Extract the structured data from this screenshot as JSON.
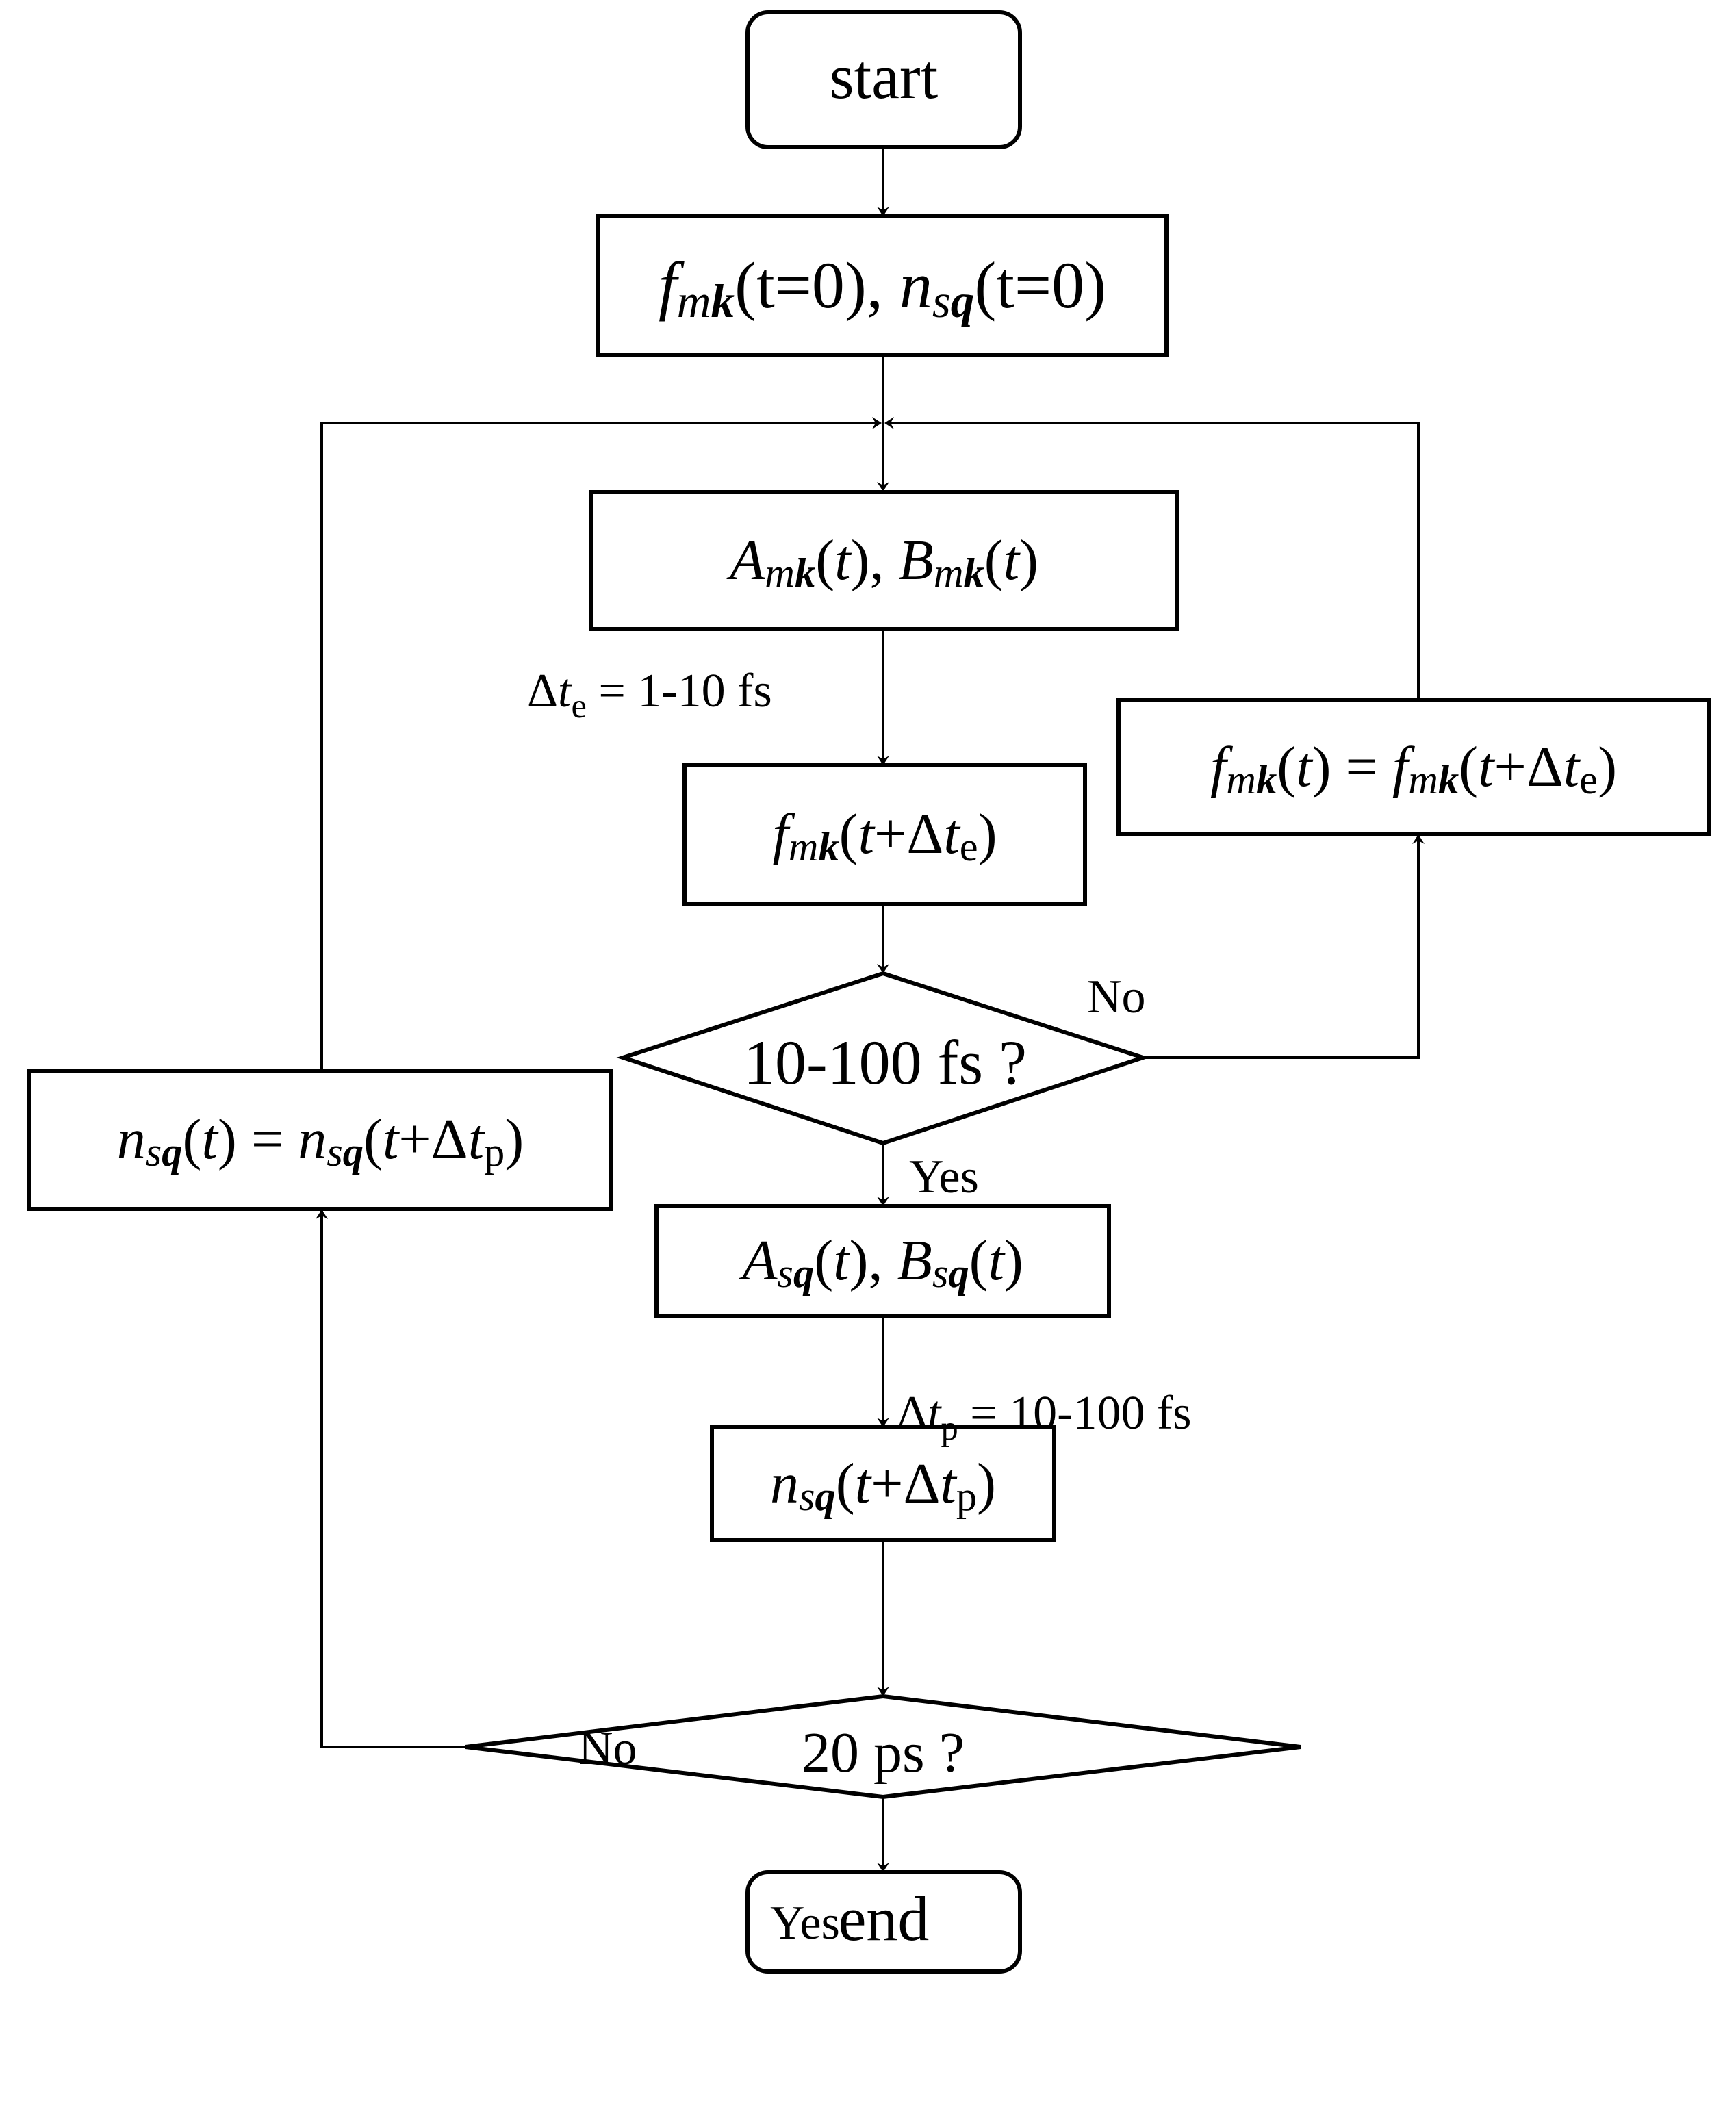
{
  "diagram": {
    "type": "flowchart",
    "nodes": {
      "start": {
        "label": "start",
        "shape": "terminal"
      },
      "init": {
        "label": "f_mk(t=0), n_sq(t=0)",
        "shape": "process",
        "parts": {
          "f": "f",
          "mk_m": "m",
          "mk_k": "k",
          "arg1": "(t=0), ",
          "n": "n",
          "sq_s": "s",
          "sq_q": "q",
          "arg2": "(t=0)"
        }
      },
      "electron_rates": {
        "label": "A_mk(t), B_mk(t)",
        "shape": "process",
        "parts": {
          "A": "A",
          "B": "B",
          "m": "m",
          "k": "k",
          "t": "t",
          "open": "(",
          "close": ")",
          "sep": ", "
        }
      },
      "electron_step": {
        "label": "f_mk(t+Δt_e)",
        "shape": "process",
        "parts": {
          "f": "f",
          "m": "m",
          "k": "k",
          "open": "(",
          "t": "t",
          "plus": "+",
          "delta": "Δ",
          "e": "e",
          "close": ")"
        }
      },
      "electron_update": {
        "label": "f_mk(t) = f_mk(t+Δt_e)",
        "shape": "process",
        "parts": {
          "f": "f",
          "m": "m",
          "k": "k",
          "t": "t",
          "eq": " = ",
          "plus": "+",
          "delta": "Δ",
          "e": "e",
          "open": "(",
          "close": ")"
        }
      },
      "decision_electron": {
        "label": "10-100 fs ?",
        "shape": "decision"
      },
      "phonon_rates": {
        "label": "A_sq(t), B_sq(t)",
        "shape": "process",
        "parts": {
          "A": "A",
          "B": "B",
          "s": "s",
          "q": "q",
          "t": "t",
          "open": "(",
          "close": ")",
          "sep": ", "
        }
      },
      "phonon_step": {
        "label": "n_sq(t+Δt_p)",
        "shape": "process",
        "parts": {
          "n": "n",
          "s": "s",
          "q": "q",
          "open": "(",
          "t": "t",
          "plus": "+",
          "delta": "Δ",
          "p": "p",
          "close": ")"
        }
      },
      "phonon_update": {
        "label": "n_sq(t) = n_sq(t+Δt_p)",
        "shape": "process",
        "parts": {
          "n": "n",
          "s": "s",
          "q": "q",
          "t": "t",
          "eq": " = ",
          "plus": "+",
          "delta": "Δ",
          "p": "p",
          "open": "(",
          "close": ")"
        }
      },
      "decision_total": {
        "label": "20 ps ?",
        "shape": "decision"
      },
      "end": {
        "label": "end",
        "shape": "terminal"
      }
    },
    "edge_labels": {
      "dt_e": {
        "delta": "Δ",
        "t": "t",
        "sub": "e",
        "rest": " = 1-10 fs",
        "full": "Δt_e = 1-10 fs"
      },
      "dt_p": {
        "delta": "Δ",
        "t": "t",
        "sub": "p",
        "rest": " = 10-100 fs",
        "full": "Δt_p = 10-100 fs"
      },
      "electron_no": "No",
      "electron_yes": "Yes",
      "total_no": "No",
      "total_yes": "Yes"
    },
    "edges": [
      [
        "start",
        "init"
      ],
      [
        "init",
        "electron_rates"
      ],
      [
        "electron_rates",
        "electron_step",
        "dt_e"
      ],
      [
        "electron_step",
        "decision_electron"
      ],
      [
        "decision_electron",
        "electron_update",
        "No"
      ],
      [
        "electron_update",
        "electron_rates"
      ],
      [
        "decision_electron",
        "phonon_rates",
        "Yes"
      ],
      [
        "phonon_rates",
        "phonon_step",
        "dt_p"
      ],
      [
        "phonon_step",
        "decision_total"
      ],
      [
        "decision_total",
        "phonon_update",
        "No"
      ],
      [
        "phonon_update",
        "electron_rates"
      ],
      [
        "decision_total",
        "end",
        "Yes"
      ]
    ]
  }
}
